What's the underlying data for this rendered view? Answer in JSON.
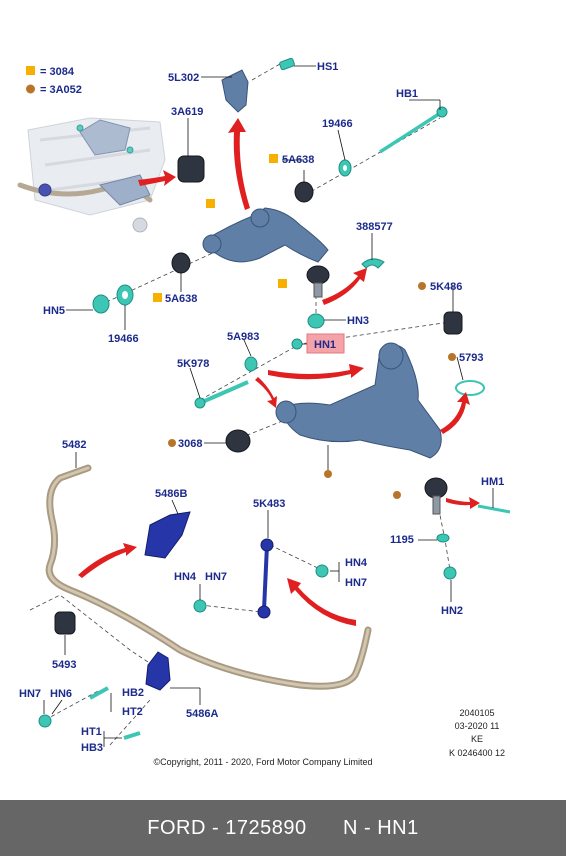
{
  "legend": {
    "items": [
      {
        "symbol": "square",
        "color": "#f6b000",
        "text": "= 3084"
      },
      {
        "symbol": "circle",
        "color": "#b8752a",
        "text": "= 3A052"
      }
    ]
  },
  "labels": {
    "l_5L302": "5L302",
    "l_HS1": "HS1",
    "l_HB1": "HB1",
    "l_3A619": "3A619",
    "l_19466_top": "19466",
    "l_5A638_top": "5A638",
    "l_388577": "388577",
    "l_HN5": "HN5",
    "l_19466_bot": "19466",
    "l_5A638_bot": "5A638",
    "l_HN3": "HN3",
    "l_5K486": "5K486",
    "l_5A983": "5A983",
    "l_HN1": "HN1",
    "l_5K978": "5K978",
    "l_5793": "5793",
    "l_3068": "3068",
    "l_5482": "5482",
    "l_5486B": "5486B",
    "l_5K483": "5K483",
    "l_HM1": "HM1",
    "l_HN4_right": "HN4",
    "l_HN7_right": "HN7",
    "l_HN4_mid": "HN4",
    "l_HN7_mid": "HN7",
    "l_1195": "1195",
    "l_HN2": "HN2",
    "l_5493": "5493",
    "l_HN7_left": "HN7",
    "l_HN6": "HN6",
    "l_HB2": "HB2",
    "l_HT2": "HT2",
    "l_5486A": "5486A",
    "l_HT1": "HT1",
    "l_HB3": "HB3"
  },
  "meta": {
    "line1": "2040105",
    "line2": "03-2020 11",
    "line3": "KE",
    "line4": "K 0246400 12"
  },
  "copyright": "©Copyright, 2011 - 2020, Ford Motor Company Limited",
  "footer": {
    "brand": "FORD",
    "sep1": " - ",
    "part_number": "1725890",
    "gap": "      ",
    "code_prefix": "N",
    "sep2": " - ",
    "code": "HN1"
  },
  "colors": {
    "label_text": "#1c2a8c",
    "highlight_bg": "#f4a3a8",
    "arrow": "#e02020",
    "footer_bg": "#666666"
  }
}
